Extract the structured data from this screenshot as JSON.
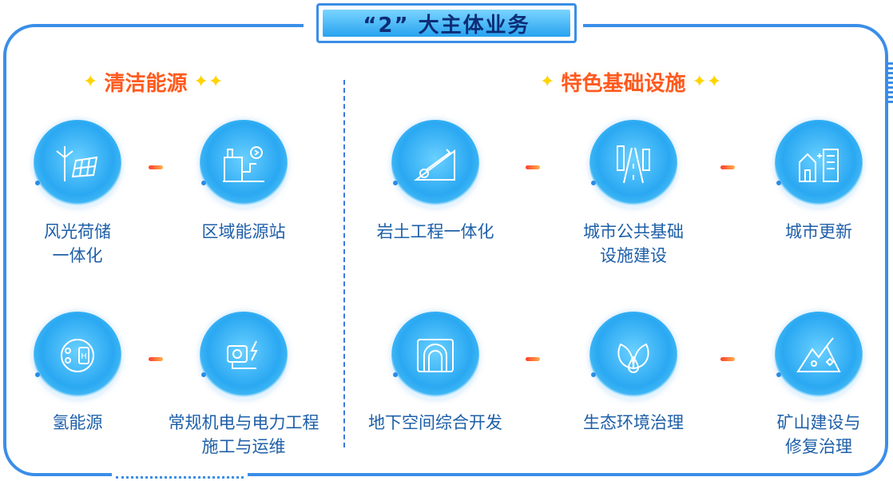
{
  "title": "“2” 大主体业务",
  "sections": {
    "left": {
      "title": "清洁能源"
    },
    "right": {
      "title": "特色基础设施"
    }
  },
  "nodes": {
    "n1": {
      "label_line1": "风光荷储",
      "label_line2": "一体化",
      "icon": "wind-solar-icon"
    },
    "n2": {
      "label_line1": "区域能源站",
      "label_line2": "",
      "icon": "energy-station-icon"
    },
    "n3": {
      "label_line1": "氢能源",
      "label_line2": "",
      "icon": "hydrogen-icon"
    },
    "n4": {
      "label_line1": "常规机电与电力工程",
      "label_line2": "施工与运维",
      "icon": "electromechanical-icon"
    },
    "n5": {
      "label_line1": "岩土工程一体化",
      "label_line2": "",
      "icon": "geotechnical-icon"
    },
    "n6": {
      "label_line1": "城市公共基础",
      "label_line2": "设施建设",
      "icon": "road-bridge-icon"
    },
    "n7": {
      "label_line1": "城市更新",
      "label_line2": "",
      "icon": "city-renewal-icon"
    },
    "n8": {
      "label_line1": "地下空间综合开发",
      "label_line2": "",
      "icon": "underground-icon"
    },
    "n9": {
      "label_line1": "生态环境治理",
      "label_line2": "",
      "icon": "leaf-water-icon"
    },
    "n10": {
      "label_line1": "矿山建设与",
      "label_line2": "修复治理",
      "icon": "mine-icon"
    }
  },
  "colors": {
    "frame": "#3a8ee8",
    "label": "#1e5fa8",
    "section_title": "#ff5a1e",
    "spark": "#ffd400"
  }
}
